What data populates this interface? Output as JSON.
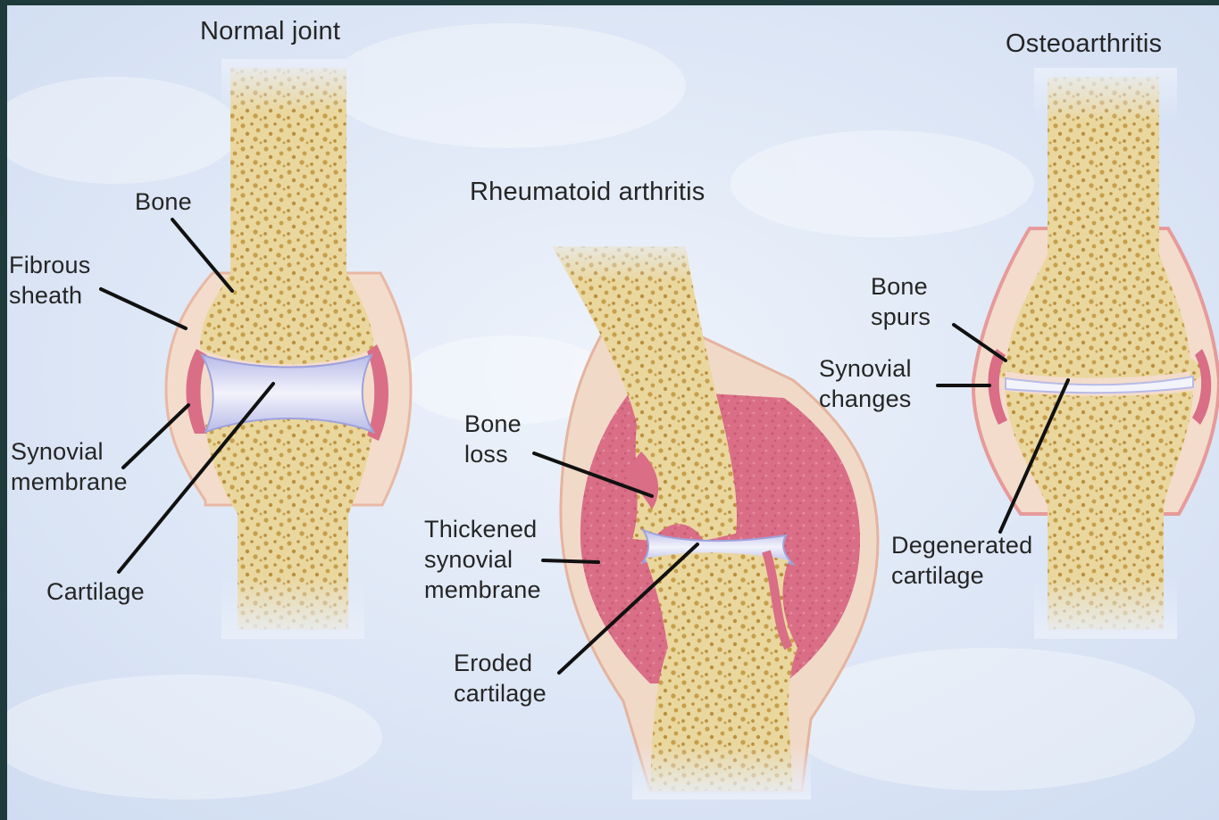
{
  "titles": {
    "normal": "Normal joint",
    "rheumatoid": "Rheumatoid arthritis",
    "osteo": "Osteoarthritis"
  },
  "normal_labels": {
    "bone": "Bone",
    "fibrous_sheath": "Fibrous\nsheath",
    "synovial_membrane": "Synovial\nmembrane",
    "cartilage": "Cartilage"
  },
  "ra_labels": {
    "bone_loss": "Bone\nloss",
    "thickened_synovial_membrane": "Thickened\nsynovial\nmembrane",
    "eroded_cartilage": "Eroded\ncartilage"
  },
  "oa_labels": {
    "bone_spurs": "Bone\nspurs",
    "synovial_changes": "Synovial\nchanges",
    "degenerated_cartilage": "Degenerated\ncartilage"
  },
  "colors": {
    "background": "#dfe8f6",
    "bone": "#e7d49a",
    "bone_spots": "#c9a34e",
    "synovial": "#d96e86",
    "cartilage": "#c9cdee",
    "sheath": "#f1d9c8"
  }
}
